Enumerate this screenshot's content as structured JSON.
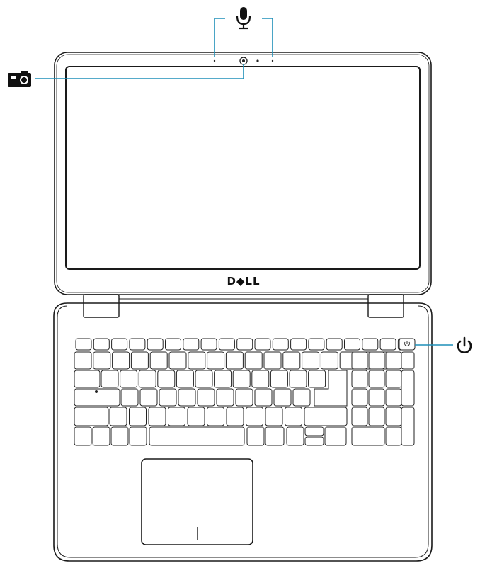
{
  "brand": {
    "logo_text": "D◆LL"
  },
  "callouts": [
    {
      "name": "microphone-callout",
      "icon": "microphone-icon",
      "target": "array-microphones"
    },
    {
      "name": "camera-callout",
      "icon": "camera-icon",
      "target": "webcam"
    },
    {
      "name": "power-callout",
      "icon": "power-icon",
      "target": "power-button"
    }
  ],
  "colors": {
    "callout": "#1e8fb8",
    "outline": "#1a1a1a"
  }
}
